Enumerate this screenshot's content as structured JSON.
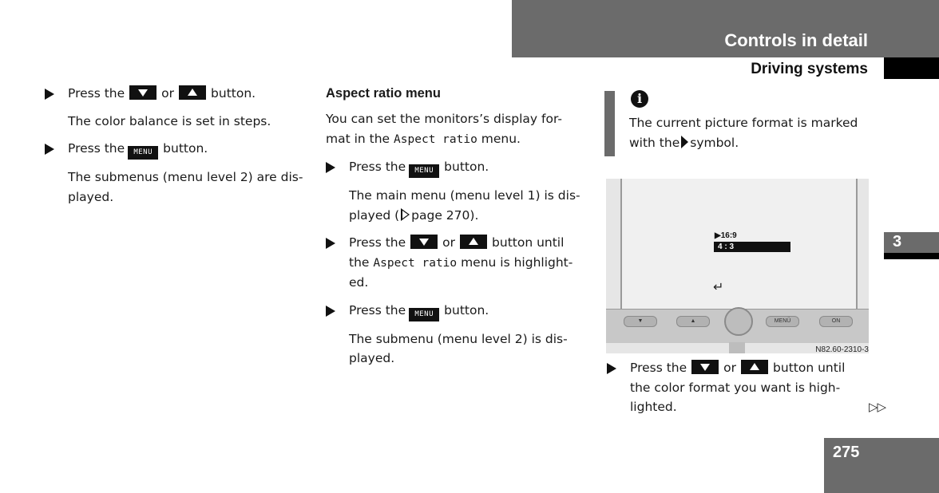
{
  "header": {
    "chapter_title": "Controls in detail",
    "section_title": "Driving systems"
  },
  "side_tab": {
    "number": "3"
  },
  "page_number": "275",
  "column1": {
    "step1": {
      "pre": "Press the",
      "mid": "or",
      "post": "button."
    },
    "result1": "The color balance is set in steps.",
    "step2": {
      "pre": "Press the",
      "button": "MENU",
      "post": "button."
    },
    "result2": "The submenus (menu level 2) are dis-played."
  },
  "column2": {
    "heading": "Aspect ratio menu",
    "intro_pre": "You can set the monitors’s display for-mat in the",
    "intro_mono": "Aspect ratio",
    "intro_post": "menu.",
    "step1": {
      "pre": "Press the",
      "button": "MENU",
      "post": "button."
    },
    "result1_pre": "The main menu (menu level 1) is dis-played (",
    "result1_post": "page 270).",
    "step2": {
      "pre": "Press the",
      "mid": "or",
      "post_pre": "button until the",
      "mono": "Aspect ratio",
      "post": "menu is highlight-ed."
    },
    "step3": {
      "pre": "Press the",
      "button": "MENU",
      "post": "button."
    },
    "result3": "The submenu (menu level 2) is dis-played."
  },
  "column3": {
    "note_pre": "The current picture format is marked with the",
    "note_post": "symbol.",
    "screen": {
      "option1": "▶16:9",
      "option2": "4 : 3",
      "return_glyph": "↵",
      "buttons": [
        "▼",
        "▲",
        "MENÜ",
        "ON"
      ],
      "figure_code": "N82.60-2310-3"
    },
    "step1": {
      "pre": "Press the",
      "mid": "or",
      "post": "button until the color format you want is high-lighted."
    },
    "continued": "▷▷"
  }
}
